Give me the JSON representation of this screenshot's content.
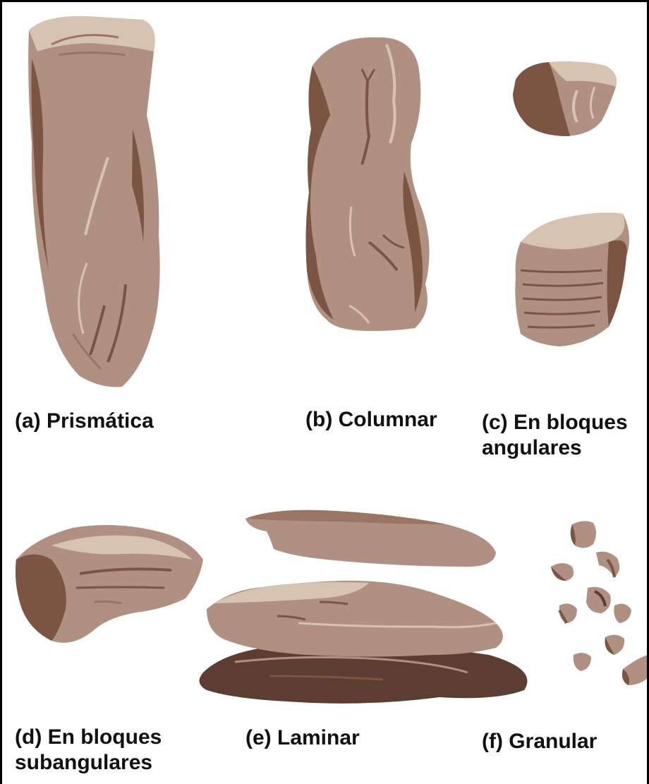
{
  "figure": {
    "structures": [
      {
        "id": "a",
        "lines": [
          "(a) Prismática"
        ]
      },
      {
        "id": "b",
        "lines": [
          "(b) Columnar"
        ]
      },
      {
        "id": "c",
        "lines": [
          "(c) En bloques",
          "angulares"
        ]
      },
      {
        "id": "d",
        "lines": [
          "(d) En bloques",
          "subangulares"
        ]
      },
      {
        "id": "e",
        "lines": [
          "(e) Laminar"
        ]
      },
      {
        "id": "f",
        "lines": [
          "(f) Granular"
        ]
      }
    ]
  },
  "colors": {
    "base": "#b09080",
    "dark": "#7c5442",
    "light": "#d7c4b0",
    "darkest": "#5b3e31",
    "mid": "#9b7563"
  }
}
